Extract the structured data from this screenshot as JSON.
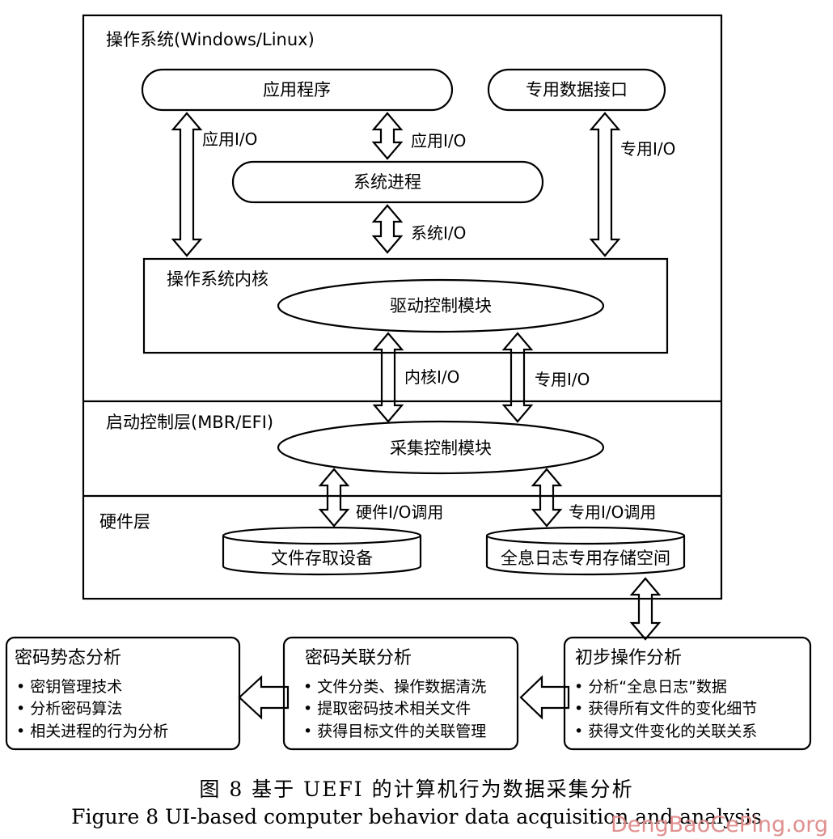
{
  "diagram": {
    "os_layer": {
      "title": "操作系统(Windows/Linux)"
    },
    "app_program": "应用程序",
    "dedicated_interface": "专用数据接口",
    "app_io_left": "应用I/O",
    "app_io_center": "应用I/O",
    "dedicated_io_top": "专用I/O",
    "system_process": "系统进程",
    "system_io": "系统I/O",
    "kernel": {
      "title": "操作系统内核"
    },
    "driver_module": "驱动控制模块",
    "kernel_io": "内核I/O",
    "dedicated_io_mid": "专用I/O",
    "boot_layer": {
      "title": "启动控制层(MBR/EFI)"
    },
    "collect_module": "采集控制模块",
    "hardware_layer": {
      "title": "硬件层"
    },
    "hw_io_call": "硬件I/O调用",
    "dedicated_io_call": "专用I/O调用",
    "file_storage": "文件存取设备",
    "log_storage": "全息日志专用存储空间",
    "analysis": {
      "situation": {
        "title": "密码势态分析",
        "items": [
          "• 密钥管理技术",
          "• 分析密码算法",
          "• 相关进程的行为分析"
        ]
      },
      "correlation": {
        "title": "密码关联分析",
        "items": [
          "• 文件分类、操作数据清洗",
          "• 提取密码技术相关文件",
          "• 获得目标文件的关联管理"
        ]
      },
      "preliminary": {
        "title": "初步操作分析",
        "items": [
          "• 分析“全息日志”数据",
          "• 获得所有文件的变化细节",
          "• 获得文件变化的关联关系"
        ]
      }
    }
  },
  "caption": {
    "cn": "图 8 基于 UEFI 的计算机行为数据采集分析",
    "en": "Figure 8  UI-based computer behavior data acquisition and analysis"
  },
  "watermark": "DengBaoCePing.org"
}
